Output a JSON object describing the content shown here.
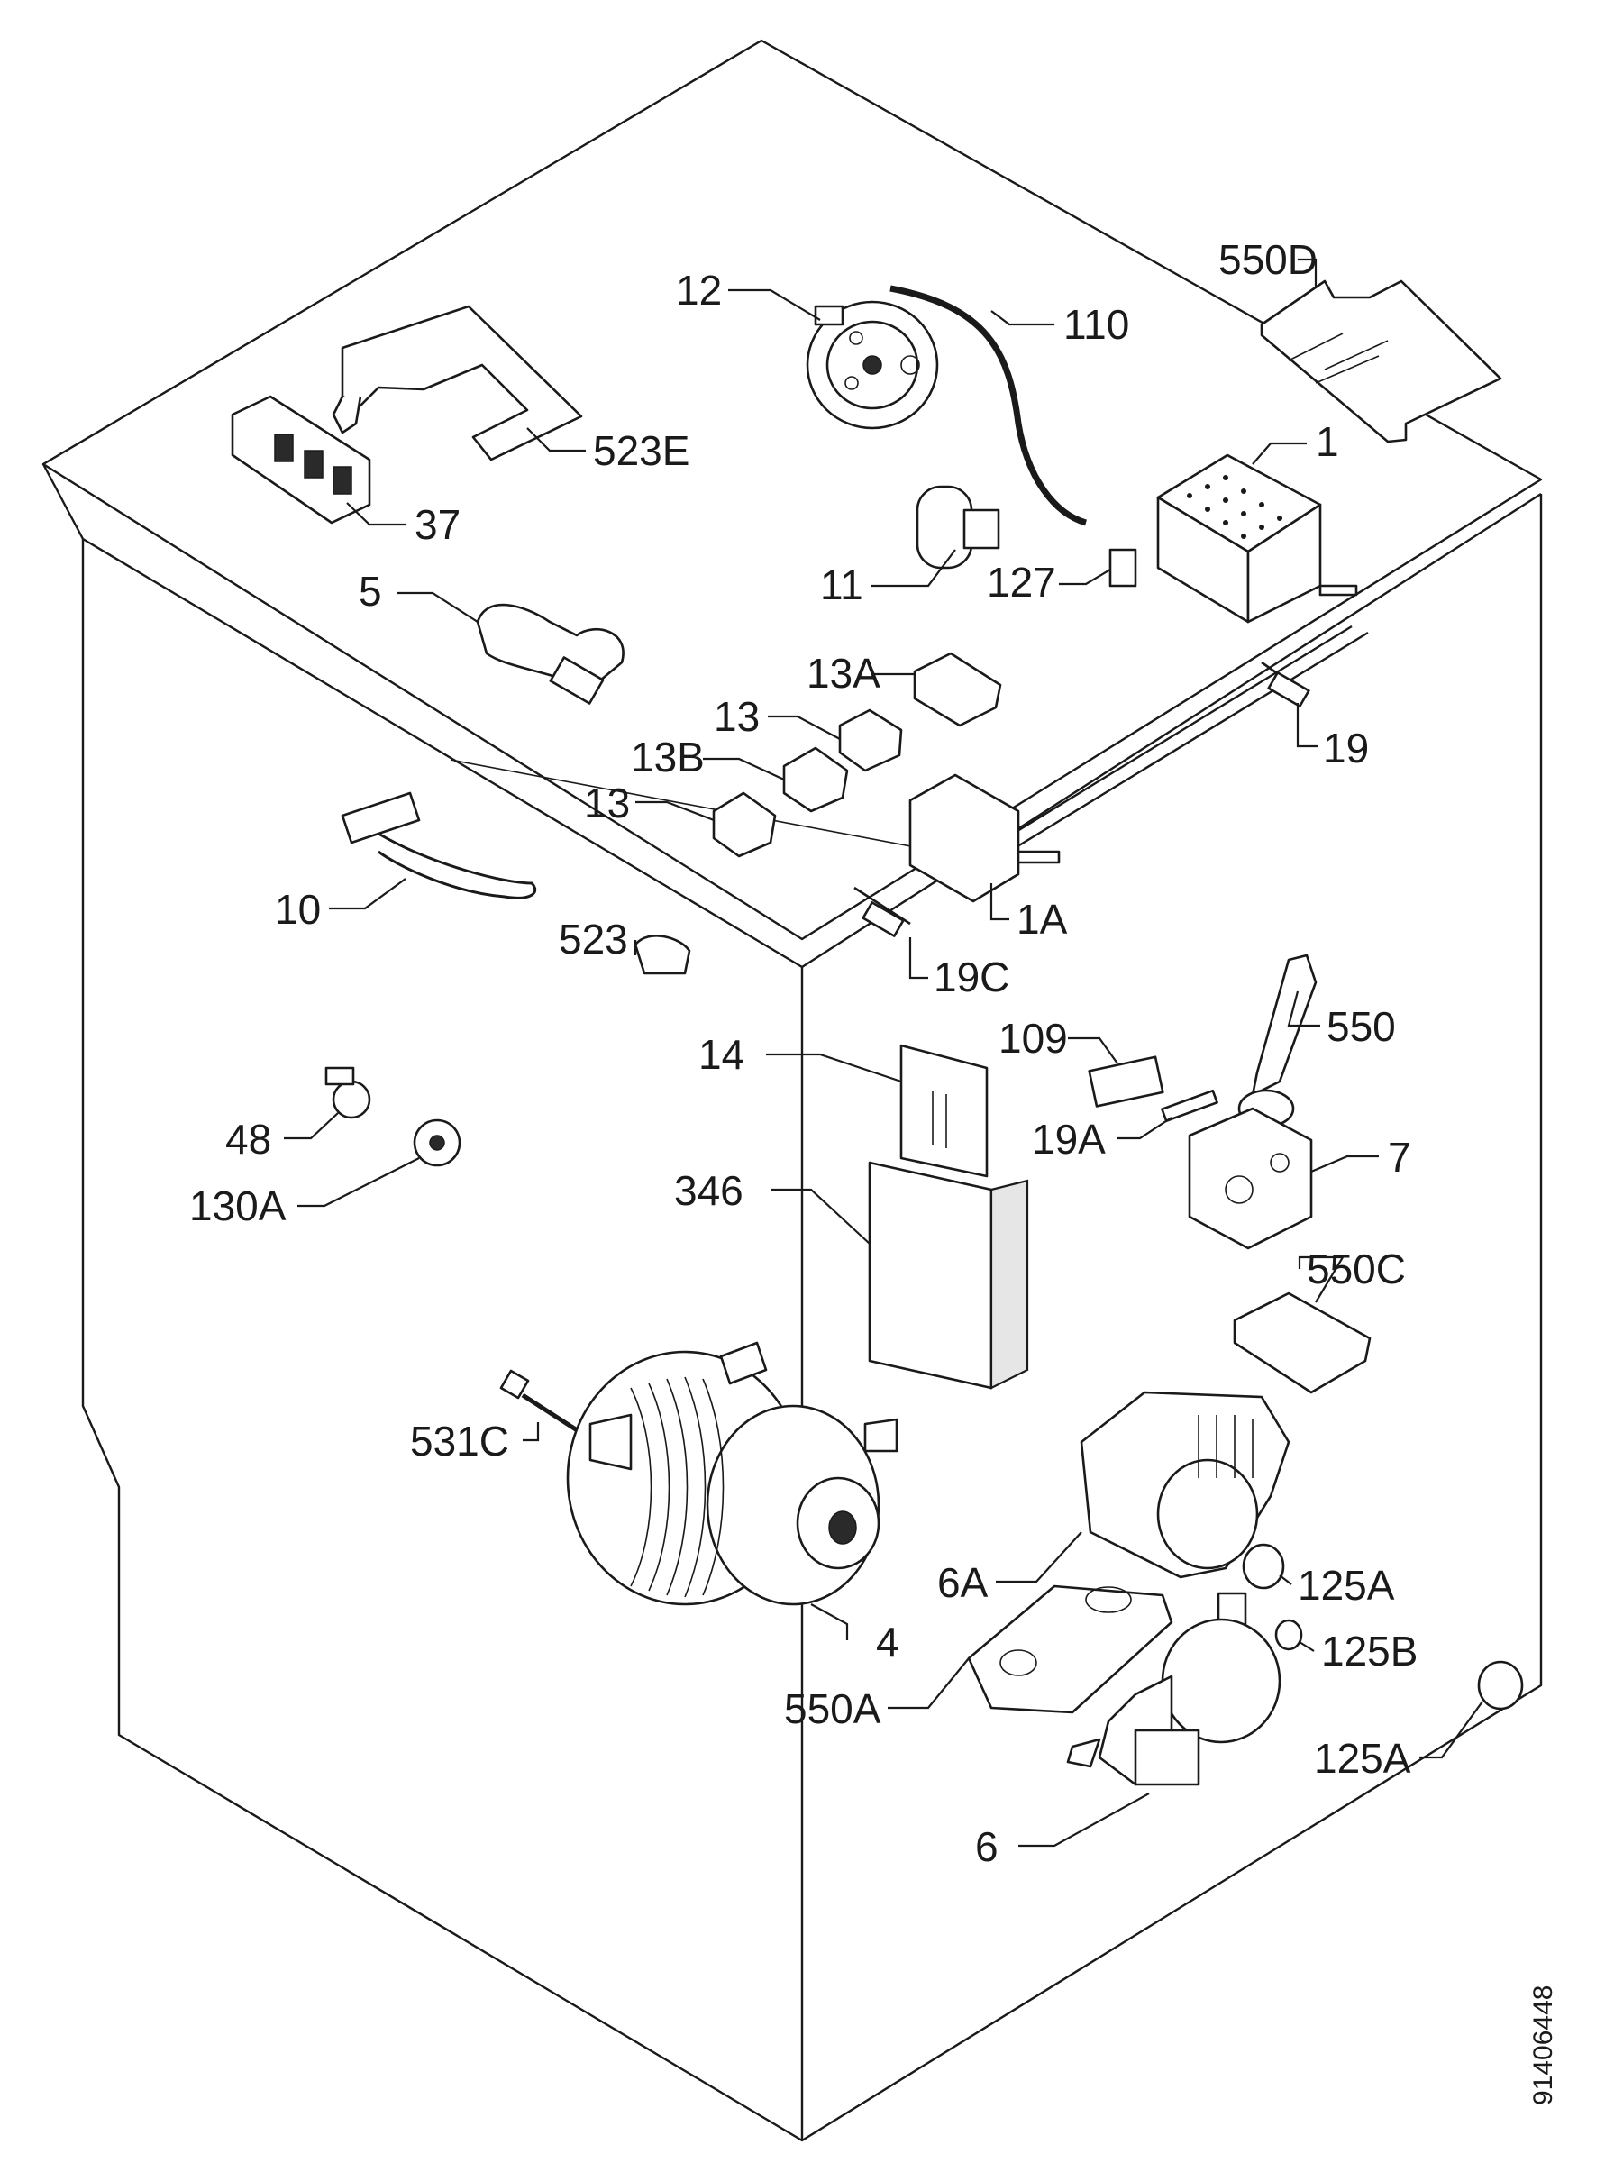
{
  "labels": {
    "p550D": "550D",
    "p12": "12",
    "p110": "110",
    "p523E": "523E",
    "p37": "37",
    "p1": "1",
    "p11": "11",
    "p127": "127",
    "p5": "5",
    "p13A": "13A",
    "p19": "19",
    "p13_upper": "13",
    "p13B": "13B",
    "p13_lower": "13",
    "p1A": "1A",
    "p10": "10",
    "p523": "523",
    "p19C": "19C",
    "p109": "109",
    "p550": "550",
    "p14": "14",
    "p19A": "19A",
    "p48": "48",
    "p7": "7",
    "p130A": "130A",
    "p346": "346",
    "p550C": "550C",
    "p531C": "531C",
    "p6A": "6A",
    "p125A_upper": "125A",
    "p4": "4",
    "p125B": "125B",
    "p550A": "550A",
    "p125A_lower": "125A",
    "p6": "6"
  },
  "drawing_number": "91406448"
}
